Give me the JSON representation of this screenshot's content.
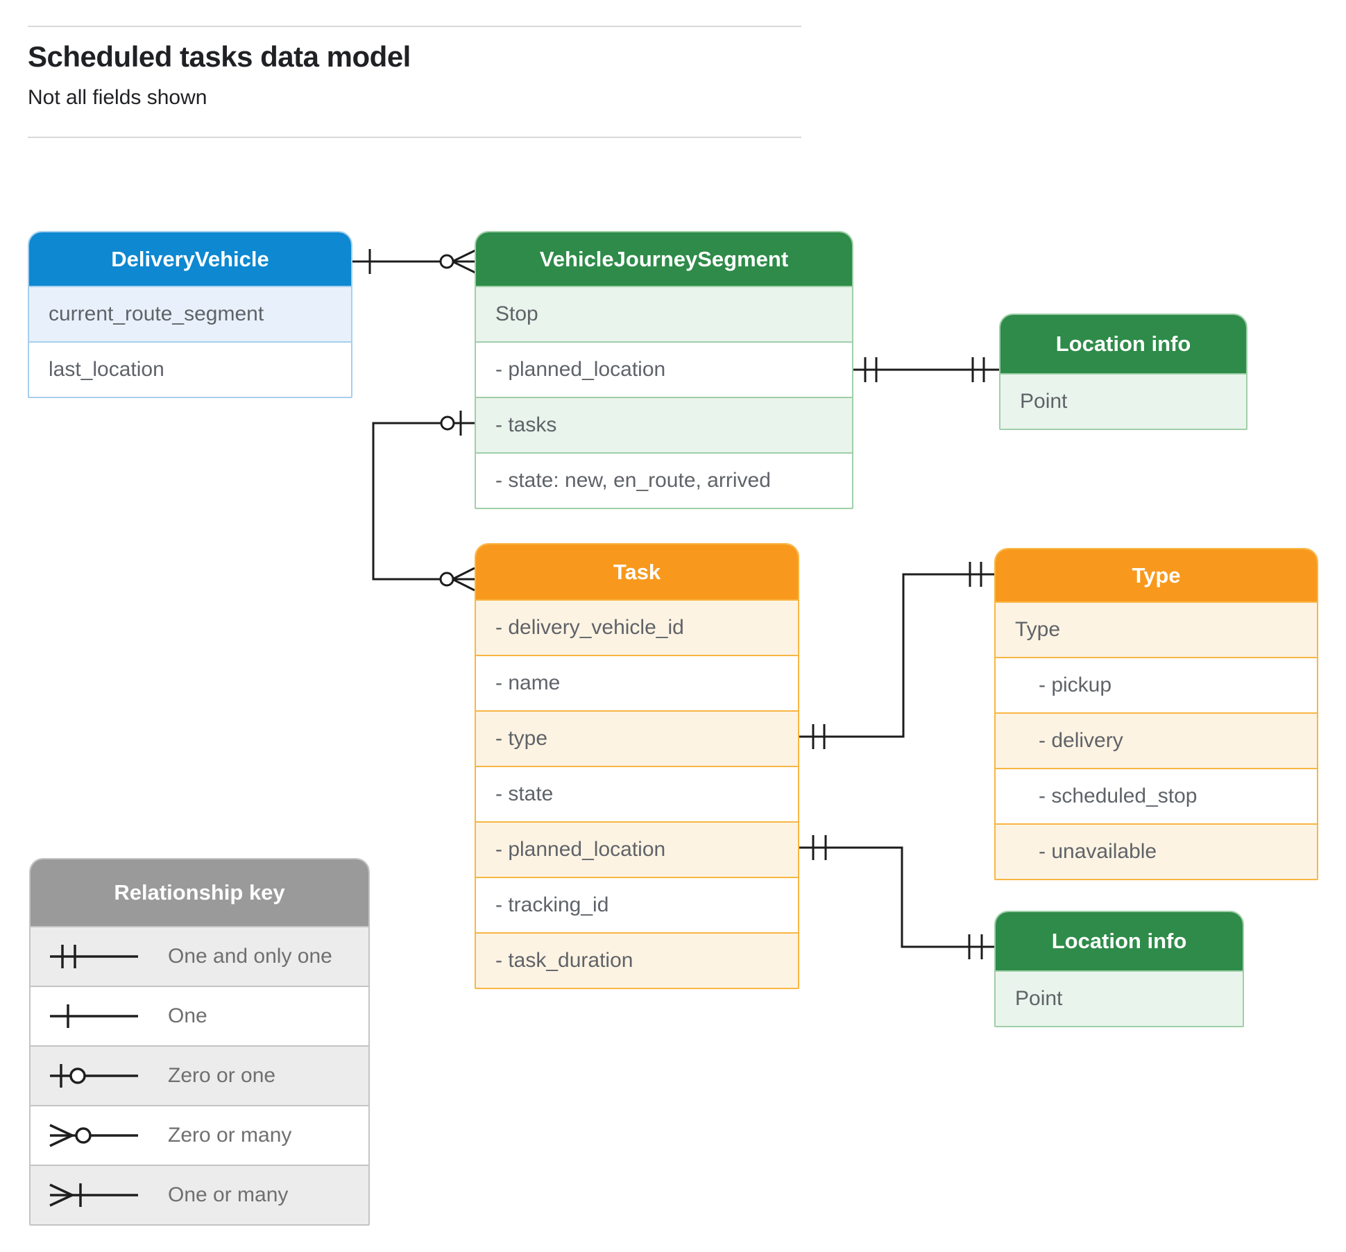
{
  "page": {
    "title": "Scheduled tasks data model",
    "subtitle": "Not all fields shown"
  },
  "entities": {
    "delivery_vehicle": {
      "title": "DeliveryVehicle",
      "rows": [
        "current_route_segment",
        "last_location"
      ]
    },
    "vehicle_journey_segment": {
      "title": "VehicleJourneySegment",
      "rows": [
        "Stop",
        "- planned_location",
        "- tasks",
        "- state: new, en_route, arrived"
      ]
    },
    "location_info_top": {
      "title": "Location info",
      "rows": [
        "Point"
      ]
    },
    "task": {
      "title": "Task",
      "rows": [
        "- delivery_vehicle_id",
        "- name",
        "- type",
        "- state",
        "- planned_location",
        "- tracking_id",
        "- task_duration"
      ]
    },
    "type": {
      "title": "Type",
      "rows": [
        "Type",
        "- pickup",
        "- delivery",
        "- scheduled_stop",
        "- unavailable"
      ]
    },
    "location_info_bottom": {
      "title": "Location info",
      "rows": [
        "Point"
      ]
    }
  },
  "relationships": [
    {
      "from": "DeliveryVehicle",
      "to": "VehicleJourneySegment",
      "from_cardinality": "one",
      "to_cardinality": "zero or many"
    },
    {
      "from": "VehicleJourneySegment.tasks",
      "to": "Task",
      "from_cardinality": "zero or one",
      "to_cardinality": "zero or many"
    },
    {
      "from": "VehicleJourneySegment.planned_location",
      "to": "Location info",
      "from_cardinality": "one and only one",
      "to_cardinality": "one and only one"
    },
    {
      "from": "Task.type",
      "to": "Type",
      "from_cardinality": "one and only one",
      "to_cardinality": "one and only one"
    },
    {
      "from": "Task.planned_location",
      "to": "Location info",
      "from_cardinality": "one and only one",
      "to_cardinality": "one and only one"
    }
  ],
  "legend": {
    "title": "Relationship key",
    "items": [
      {
        "symbol": "one-and-only-one",
        "label": "One and only one"
      },
      {
        "symbol": "one",
        "label": "One"
      },
      {
        "symbol": "zero-or-one",
        "label": "Zero or one"
      },
      {
        "symbol": "zero-or-many",
        "label": "Zero or many"
      },
      {
        "symbol": "one-or-many",
        "label": "One or many"
      }
    ]
  },
  "colors": {
    "blue_header": "#0d88d1",
    "blue_tint": "#e8f1fb",
    "blue_border": "#a6cfee",
    "green_header": "#2e8b49",
    "green_tint": "#e9f4ec",
    "green_border": "#9fcfa9",
    "orange_header": "#f8991d",
    "orange_tint": "#fdf3e3",
    "orange_border": "#f9b643",
    "gray_header": "#9a9a9a",
    "gray_tint": "#ececec",
    "line": "#1c1c1c",
    "row_text": "#5f6368"
  }
}
